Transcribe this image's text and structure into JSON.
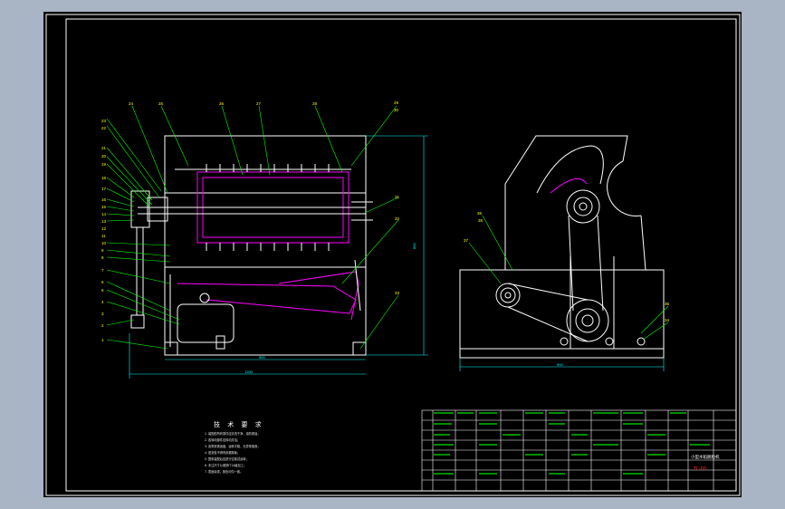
{
  "tech_requirements": {
    "title": "技 术 要 求",
    "lines": [
      "1. 装配前所有零件应清洗干净，涂防锈油；",
      "2. 各转动部件应转动灵活；",
      "3. 皮带张紧适度，运转平稳，无异常噪音；",
      "4. 密封处不得有渗漏现象；",
      "5. 整机装配后应进行空载试运转；",
      "6. 未注尺寸公差按IT14级加工；",
      "7. 表面涂漆，颜色均匀一致。"
    ]
  },
  "title_block": {
    "name": "小型水稻脱粒机",
    "code": "TL-00"
  },
  "part_labels_front": [
    "24",
    "25",
    "23",
    "22",
    "21",
    "20",
    "19",
    "18",
    "17",
    "16",
    "15",
    "14",
    "13",
    "12",
    "11",
    "10",
    "9",
    "8",
    "7",
    "6",
    "5",
    "4",
    "3",
    "2",
    "1",
    "26",
    "27",
    "28",
    "29",
    "30",
    "31",
    "32",
    "33"
  ],
  "part_labels_side": [
    "37",
    "36",
    "35",
    "34",
    "38"
  ],
  "dimensions": {
    "front_width": "900",
    "front_total": "1200",
    "front_height": "800",
    "side_width": "900"
  },
  "colors": {
    "background": "#000000",
    "frame": "#ffffff",
    "leader": "#00ff00",
    "highlight": "#ff00ff",
    "dimension": "#00ffff",
    "label": "#ffff00"
  }
}
